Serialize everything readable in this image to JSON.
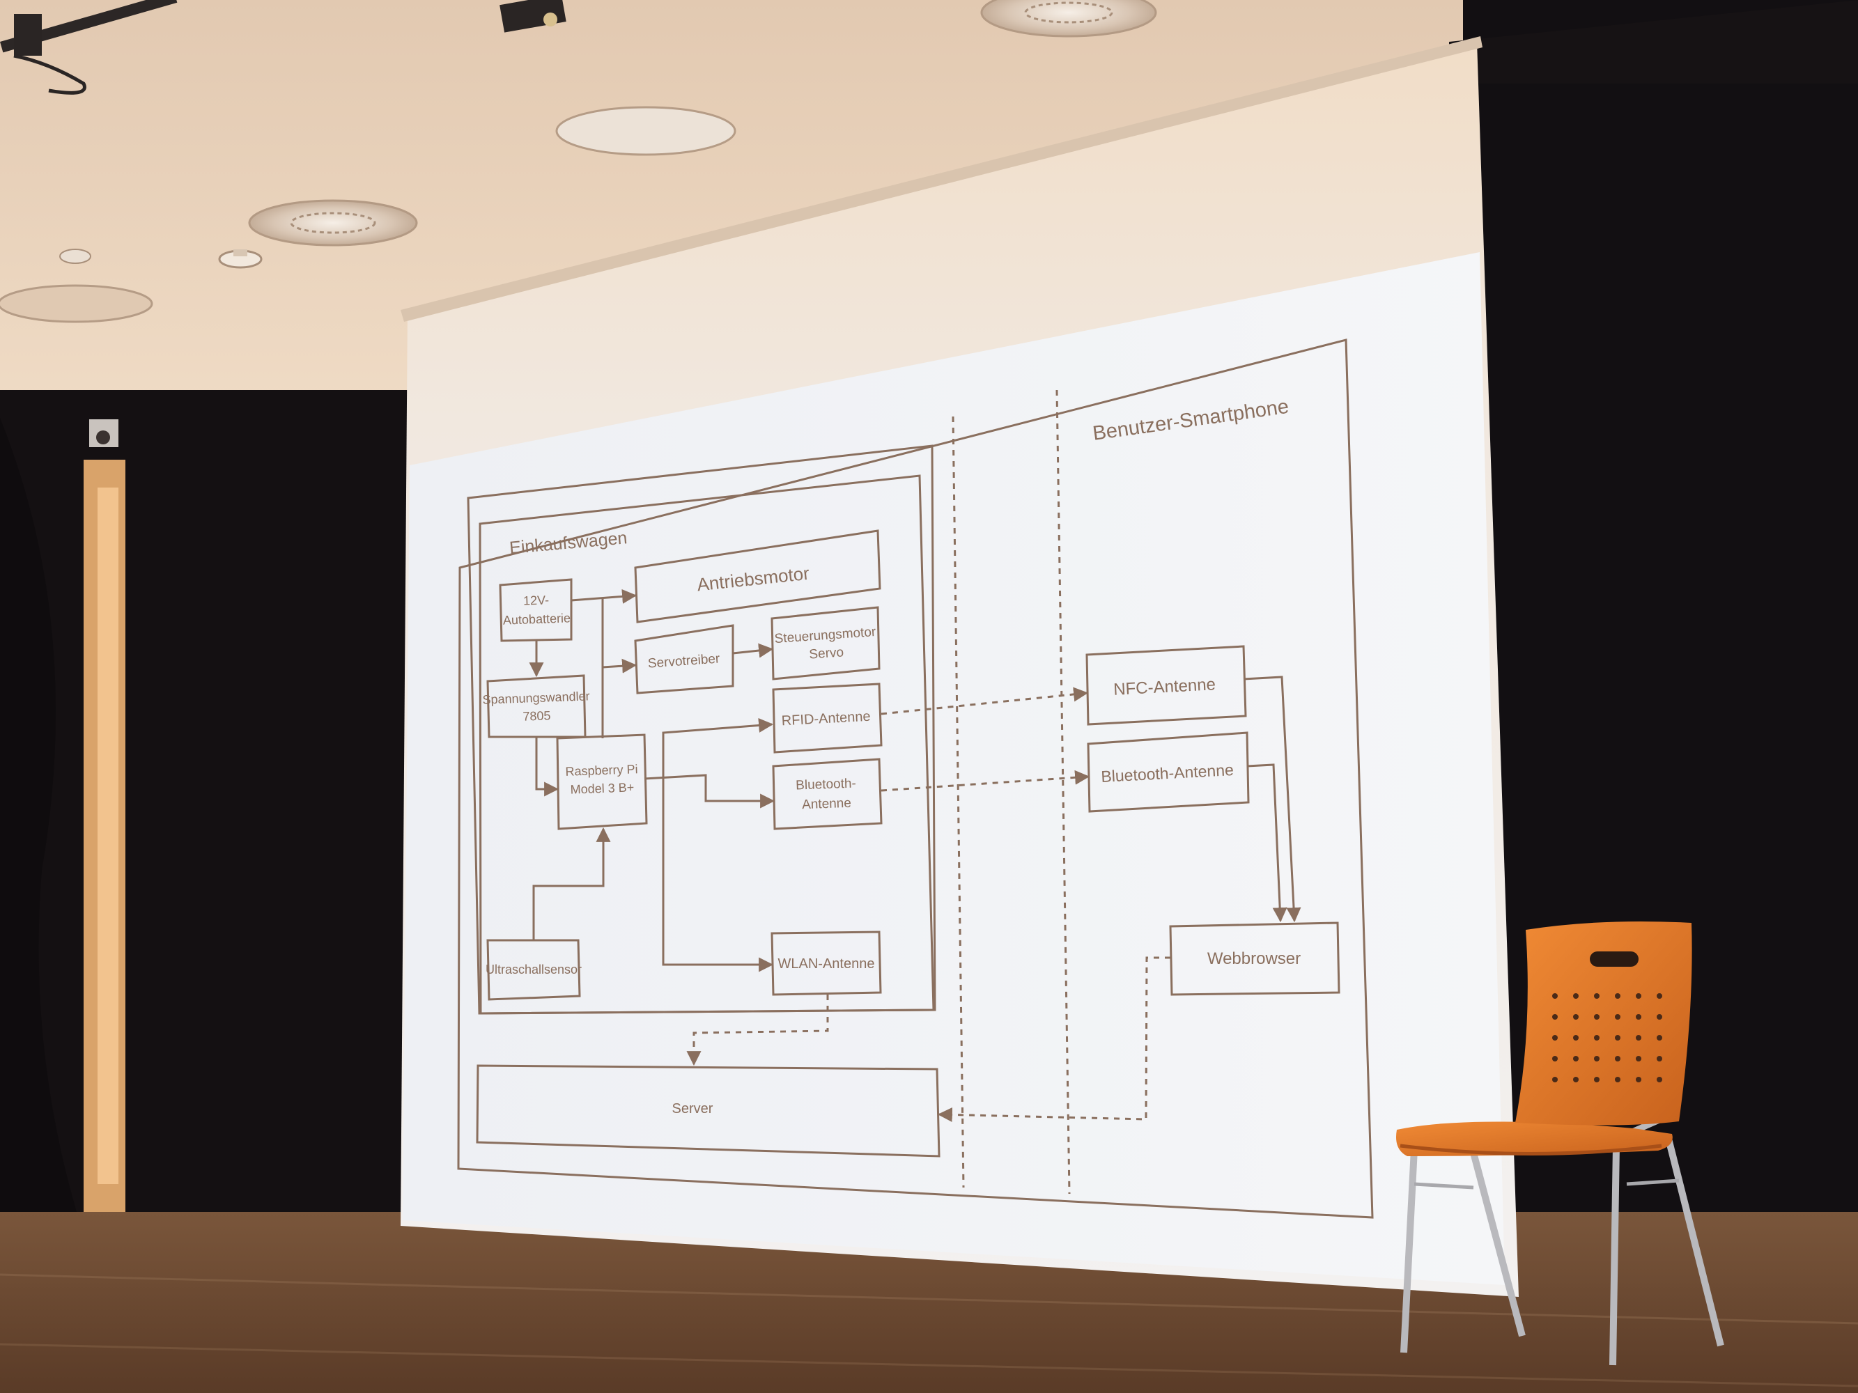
{
  "scene": {
    "description_kind": "photo of a projected slide in an auditorium",
    "colors": {
      "ceiling": "#e9d4bf",
      "curtain": "#141012",
      "screen": "#eef0f3",
      "screen_warm": "#f2dcc4",
      "floor": "#6e4c33",
      "diagram_line": "#8a6f5e",
      "chair_shell": "#e07a2a",
      "chair_frame": "#b9b9bd"
    },
    "icons": {
      "air_vent": "circular-air-diffuser-icon",
      "speaker": "ceiling-speaker-icon",
      "smoke_detector": "smoke-detector-icon",
      "spotlight": "stage-spotlight-icon",
      "chair": "chair-icon"
    }
  },
  "diagram": {
    "smartphone_title": "Benutzer-Smartphone",
    "cart_title": "Einkaufswagen",
    "boxes": {
      "battery": [
        "12V-",
        "Autobatterie"
      ],
      "motor": [
        "Antriebsmotor"
      ],
      "servodriver": [
        "Servotreiber"
      ],
      "steering": [
        "Steuerungsmotor",
        "Servo"
      ],
      "converter": [
        "Spannungswandler",
        "7805"
      ],
      "rfid": [
        "RFID-Antenne"
      ],
      "raspberry": [
        "Raspberry Pi",
        "Model 3 B+"
      ],
      "bt_cart": [
        "Bluetooth-",
        "Antenne"
      ],
      "ultrasonic": [
        "Ultraschallsensor"
      ],
      "wlan": [
        "WLAN-Antenne"
      ],
      "server": [
        "Server"
      ],
      "nfc": [
        "NFC-Antenne"
      ],
      "bt_phone": [
        "Bluetooth-Antenne"
      ],
      "browser": [
        "Webbrowser"
      ]
    }
  }
}
